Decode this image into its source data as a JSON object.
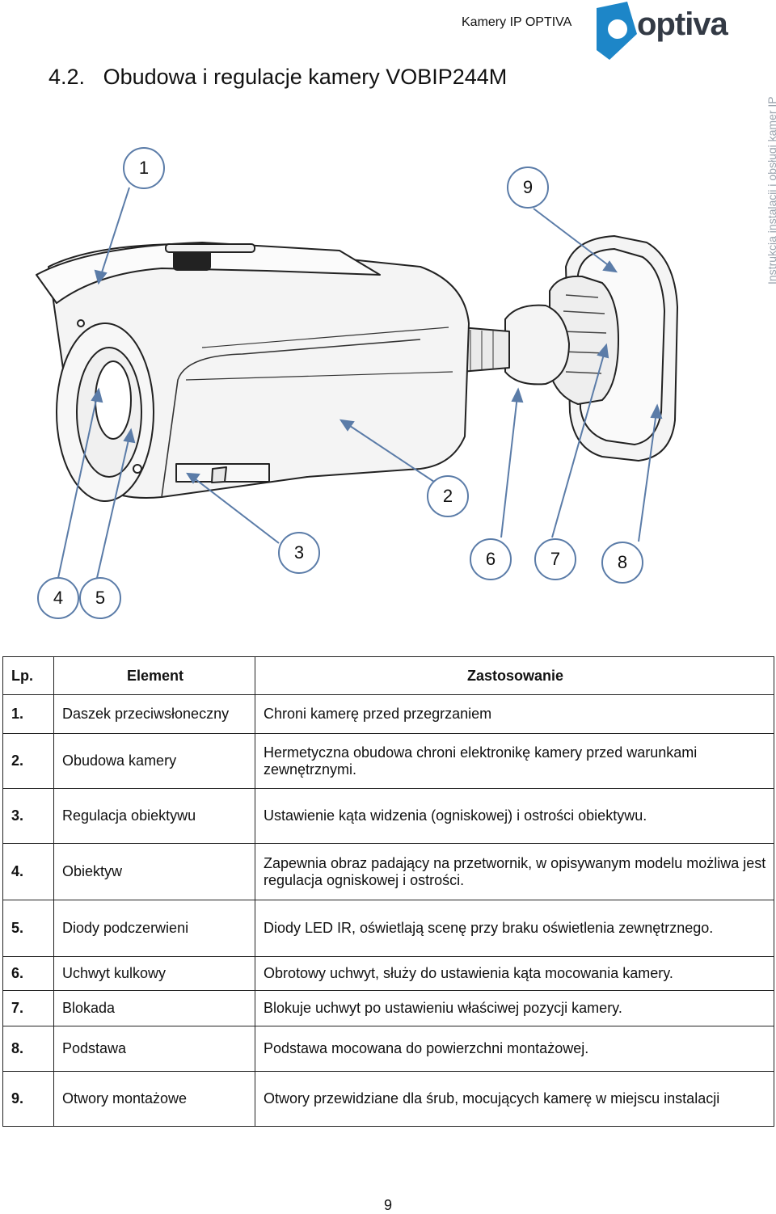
{
  "header": {
    "product_line": "Kamery  IP  OPTIVA",
    "logo_text": "optiva",
    "side_text": "Instrukcja instalacji i obsługi kamer IP"
  },
  "section": {
    "number": "4.2.",
    "title": "Obudowa i regulacje kamery VOBIP244M"
  },
  "callouts": [
    "1",
    "2",
    "3",
    "4",
    "5",
    "6",
    "7",
    "8",
    "9"
  ],
  "table": {
    "headers": {
      "lp": "Lp.",
      "element": "Element",
      "zastosowanie": "Zastosowanie"
    },
    "rows": [
      {
        "lp": "1.",
        "element": "Daszek przeciwsłoneczny",
        "zastosowanie": "Chroni kamerę przed przegrzaniem"
      },
      {
        "lp": "2.",
        "element": "Obudowa kamery",
        "zastosowanie": "Hermetyczna obudowa chroni elektronikę kamery przed warunkami zewnętrznymi."
      },
      {
        "lp": "3.",
        "element": "Regulacja obiektywu",
        "zastosowanie": "Ustawienie kąta widzenia (ogniskowej) i ostrości obiektywu."
      },
      {
        "lp": "4.",
        "element": "Obiektyw",
        "zastosowanie": "Zapewnia obraz padający na przetwornik, w opisywanym modelu możliwa jest regulacja ogniskowej i ostrości."
      },
      {
        "lp": "5.",
        "element": "Diody podczerwieni",
        "zastosowanie": "Diody LED IR, oświetlają scenę przy braku oświetlenia zewnętrznego."
      },
      {
        "lp": "6.",
        "element": "Uchwyt kulkowy",
        "zastosowanie": "Obrotowy uchwyt, służy do ustawienia kąta mocowania kamery."
      },
      {
        "lp": "7.",
        "element": "Blokada",
        "zastosowanie": "Blokuje uchwyt po ustawieniu właściwej pozycji kamery."
      },
      {
        "lp": "8.",
        "element": "Podstawa",
        "zastosowanie": "Podstawa mocowana do powierzchni montażowej."
      },
      {
        "lp": "9.",
        "element": "Otwory montażowe",
        "zastosowanie": "Otwory przewidziane dla śrub, mocujących kamerę w miejscu instalacji"
      }
    ]
  },
  "footer": {
    "page_number": "9"
  }
}
